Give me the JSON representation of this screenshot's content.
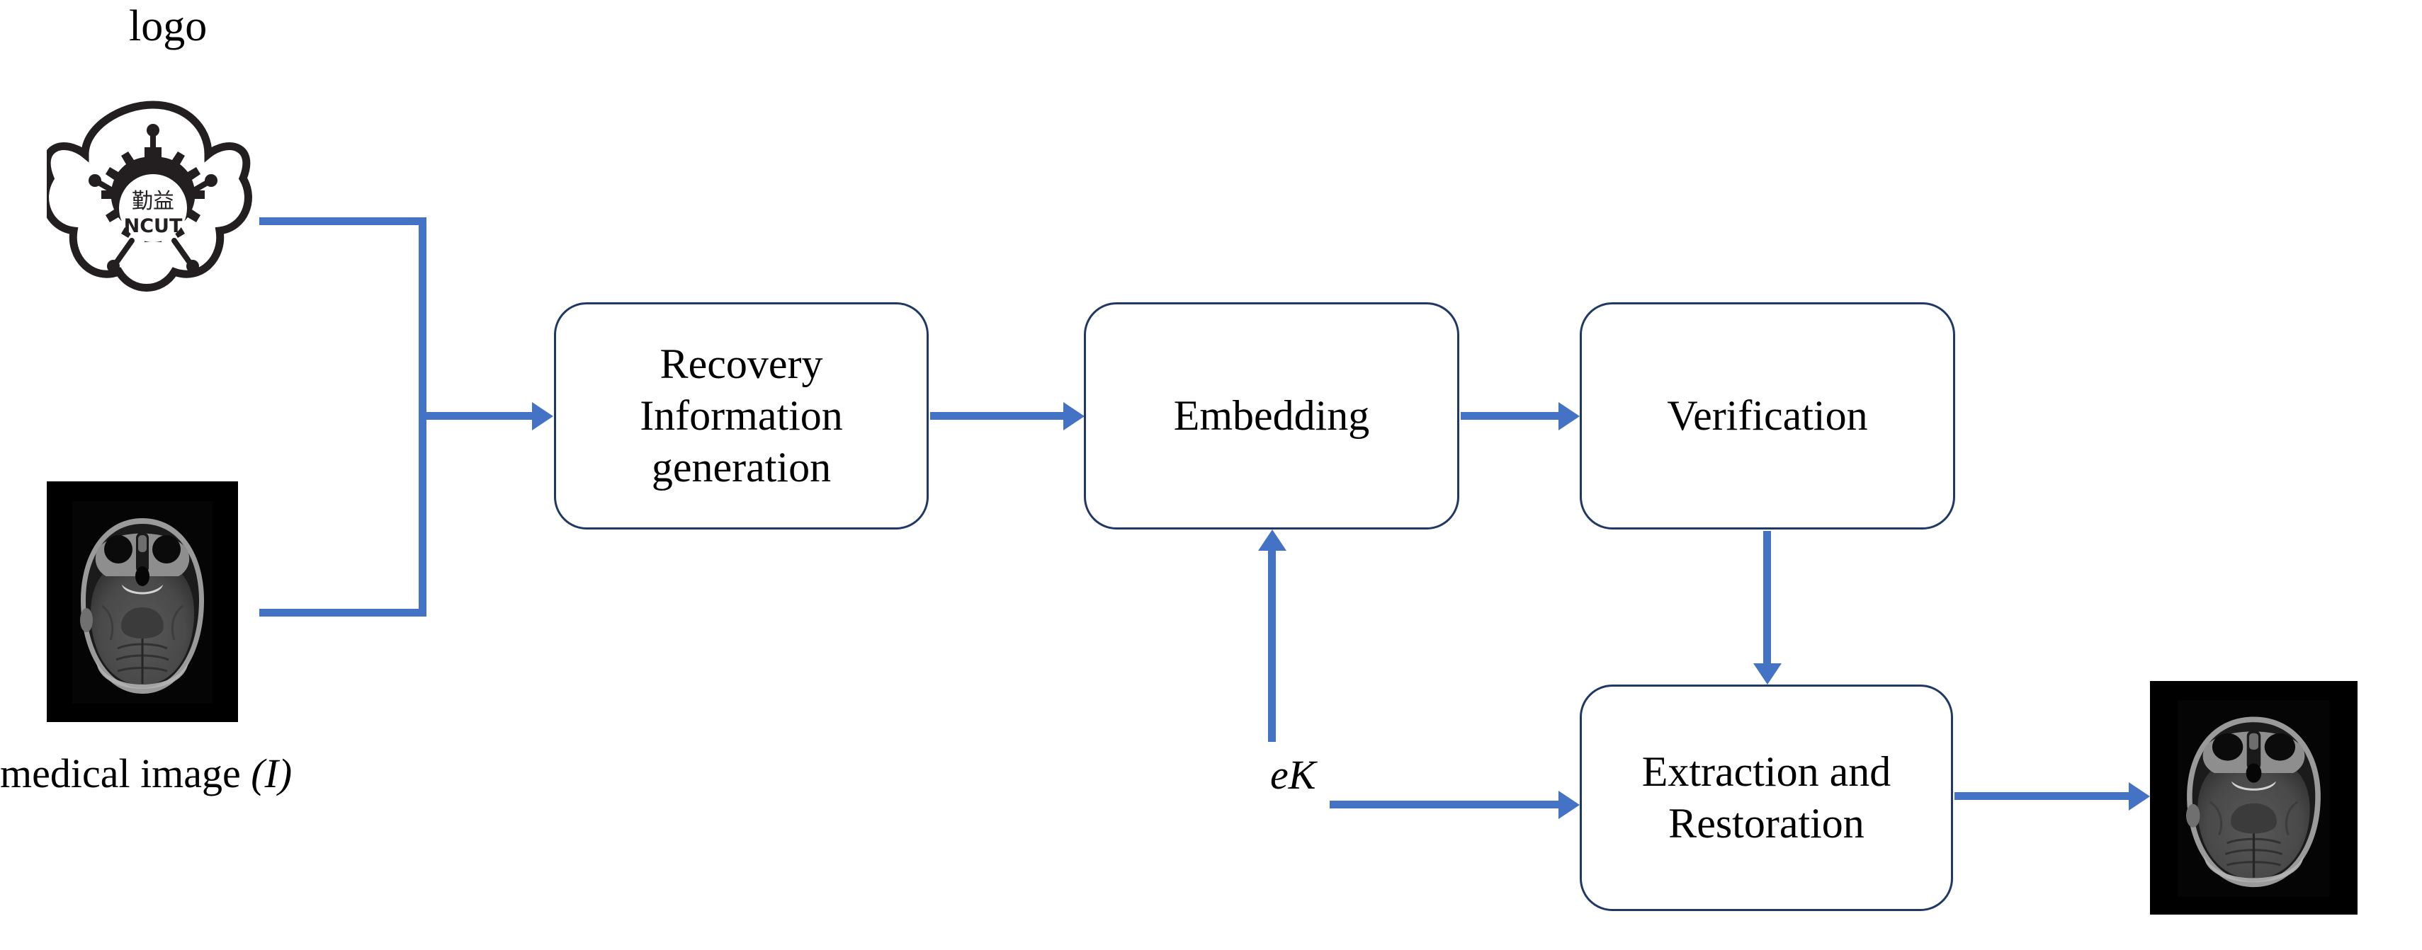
{
  "diagram": {
    "title_hidden": "Watermarking scheme block diagram",
    "accent_color": "#4472C4",
    "box_border_color": "#1F3864",
    "background": "#ffffff"
  },
  "inputs": {
    "logo_caption": "logo",
    "logo_mark": {
      "name": "NCUT university emblem",
      "chinese_text": "勤益",
      "latin_text": "NCUT",
      "color": "#231f20"
    },
    "medical_image_caption_main": "medical image",
    "medical_image_caption_symbol": "(I)",
    "medical_image_alt": "axial MRI brain slice"
  },
  "key": {
    "label": "eK"
  },
  "boxes": [
    {
      "id": "recovery",
      "lines": [
        "Recovery",
        "Information",
        "generation"
      ]
    },
    {
      "id": "embedding",
      "lines": [
        "Embedding"
      ]
    },
    {
      "id": "verification",
      "lines": [
        "Verification"
      ]
    },
    {
      "id": "extraction",
      "lines": [
        "Extraction and",
        "Restoration"
      ]
    }
  ],
  "output": {
    "image_alt": "restored axial MRI brain slice"
  },
  "chart_data": {
    "type": "table",
    "title": "Reversible watermarking flow",
    "nodes": [
      "logo",
      "medical image (I)",
      "Recovery Information generation",
      "Embedding",
      "Verification",
      "eK",
      "Extraction and Restoration",
      "restored medical image"
    ],
    "edges": [
      [
        "logo",
        "Recovery Information generation"
      ],
      [
        "medical image (I)",
        "Recovery Information generation"
      ],
      [
        "Recovery Information generation",
        "Embedding"
      ],
      [
        "Embedding",
        "Verification"
      ],
      [
        "eK",
        "Embedding"
      ],
      [
        "eK",
        "Extraction and Restoration"
      ],
      [
        "Verification",
        "Extraction and Restoration"
      ],
      [
        "Extraction and Restoration",
        "restored medical image"
      ]
    ]
  }
}
